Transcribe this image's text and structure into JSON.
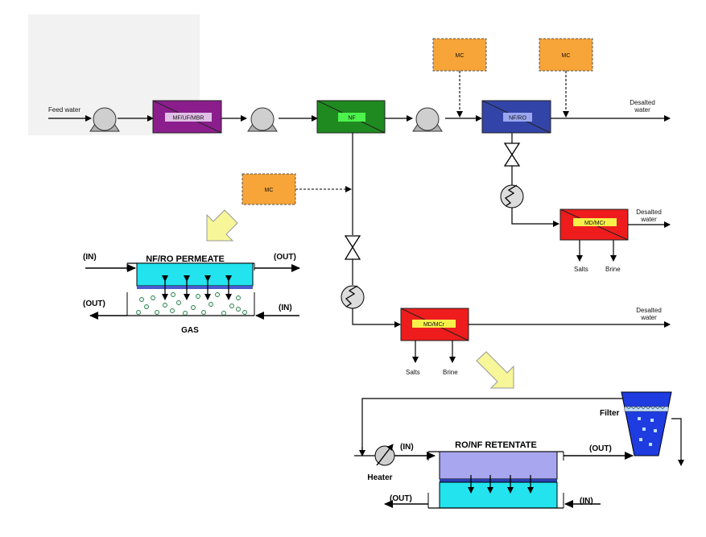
{
  "units": {
    "mf": "MF/UF/MBR",
    "nf": "NF",
    "nfro": "NF/RO",
    "md_upper": "MD/MCr",
    "md_lower": "MD/MCr",
    "mc": "MC"
  },
  "streams": {
    "feed": "Feed water",
    "desalted_water": "Desalted water",
    "salts": "Salts",
    "brine": "Brine"
  },
  "detail_left": {
    "title": "NF/RO PERMEATE",
    "gas": "GAS",
    "in": "(IN)",
    "out": "(OUT)"
  },
  "detail_right": {
    "title": "RO/NF RETENTATE",
    "filter": "Filter",
    "heater": "Heater",
    "in": "(IN)",
    "out": "(OUT)"
  },
  "colors": {
    "mf": "#8B1E8C",
    "nf": "#1F8A1F",
    "nfro": "#3344A8",
    "md": "#EE1C1C",
    "mc": "#F7A439",
    "permeate": "#22E3EE",
    "retentate": "#A8A6EE",
    "filter": "#1E3CE0"
  }
}
